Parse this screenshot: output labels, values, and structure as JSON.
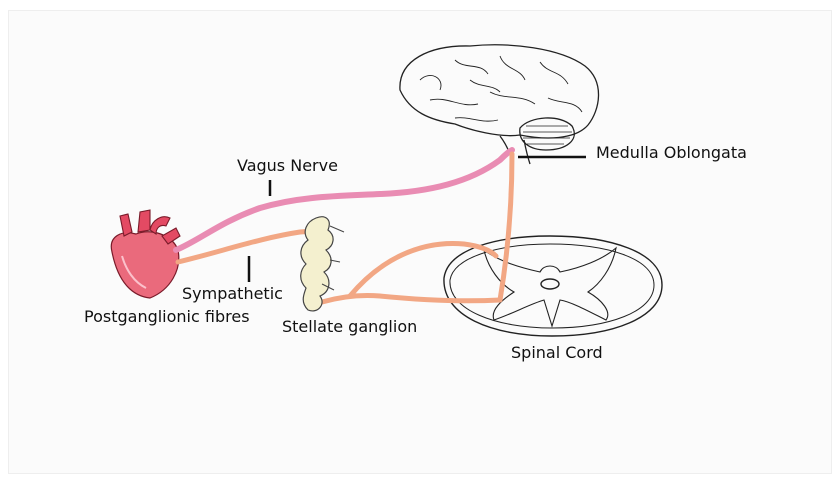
{
  "labels": {
    "vagus_nerve": "Vagus Nerve",
    "medulla_oblongata": "Medulla Oblongata",
    "sympathetic": "Sympathetic",
    "postganglionic_fibres": "Postganglionic fibres",
    "stellate_ganglion": "Stellate ganglion",
    "spinal_cord": "Spinal Cord"
  },
  "colors": {
    "vagus_nerve": "#e98cb3",
    "sympathetic": "#f2a784",
    "heart": "#e34a63",
    "ganglion": "#f4f0cf",
    "outline": "#222222"
  }
}
